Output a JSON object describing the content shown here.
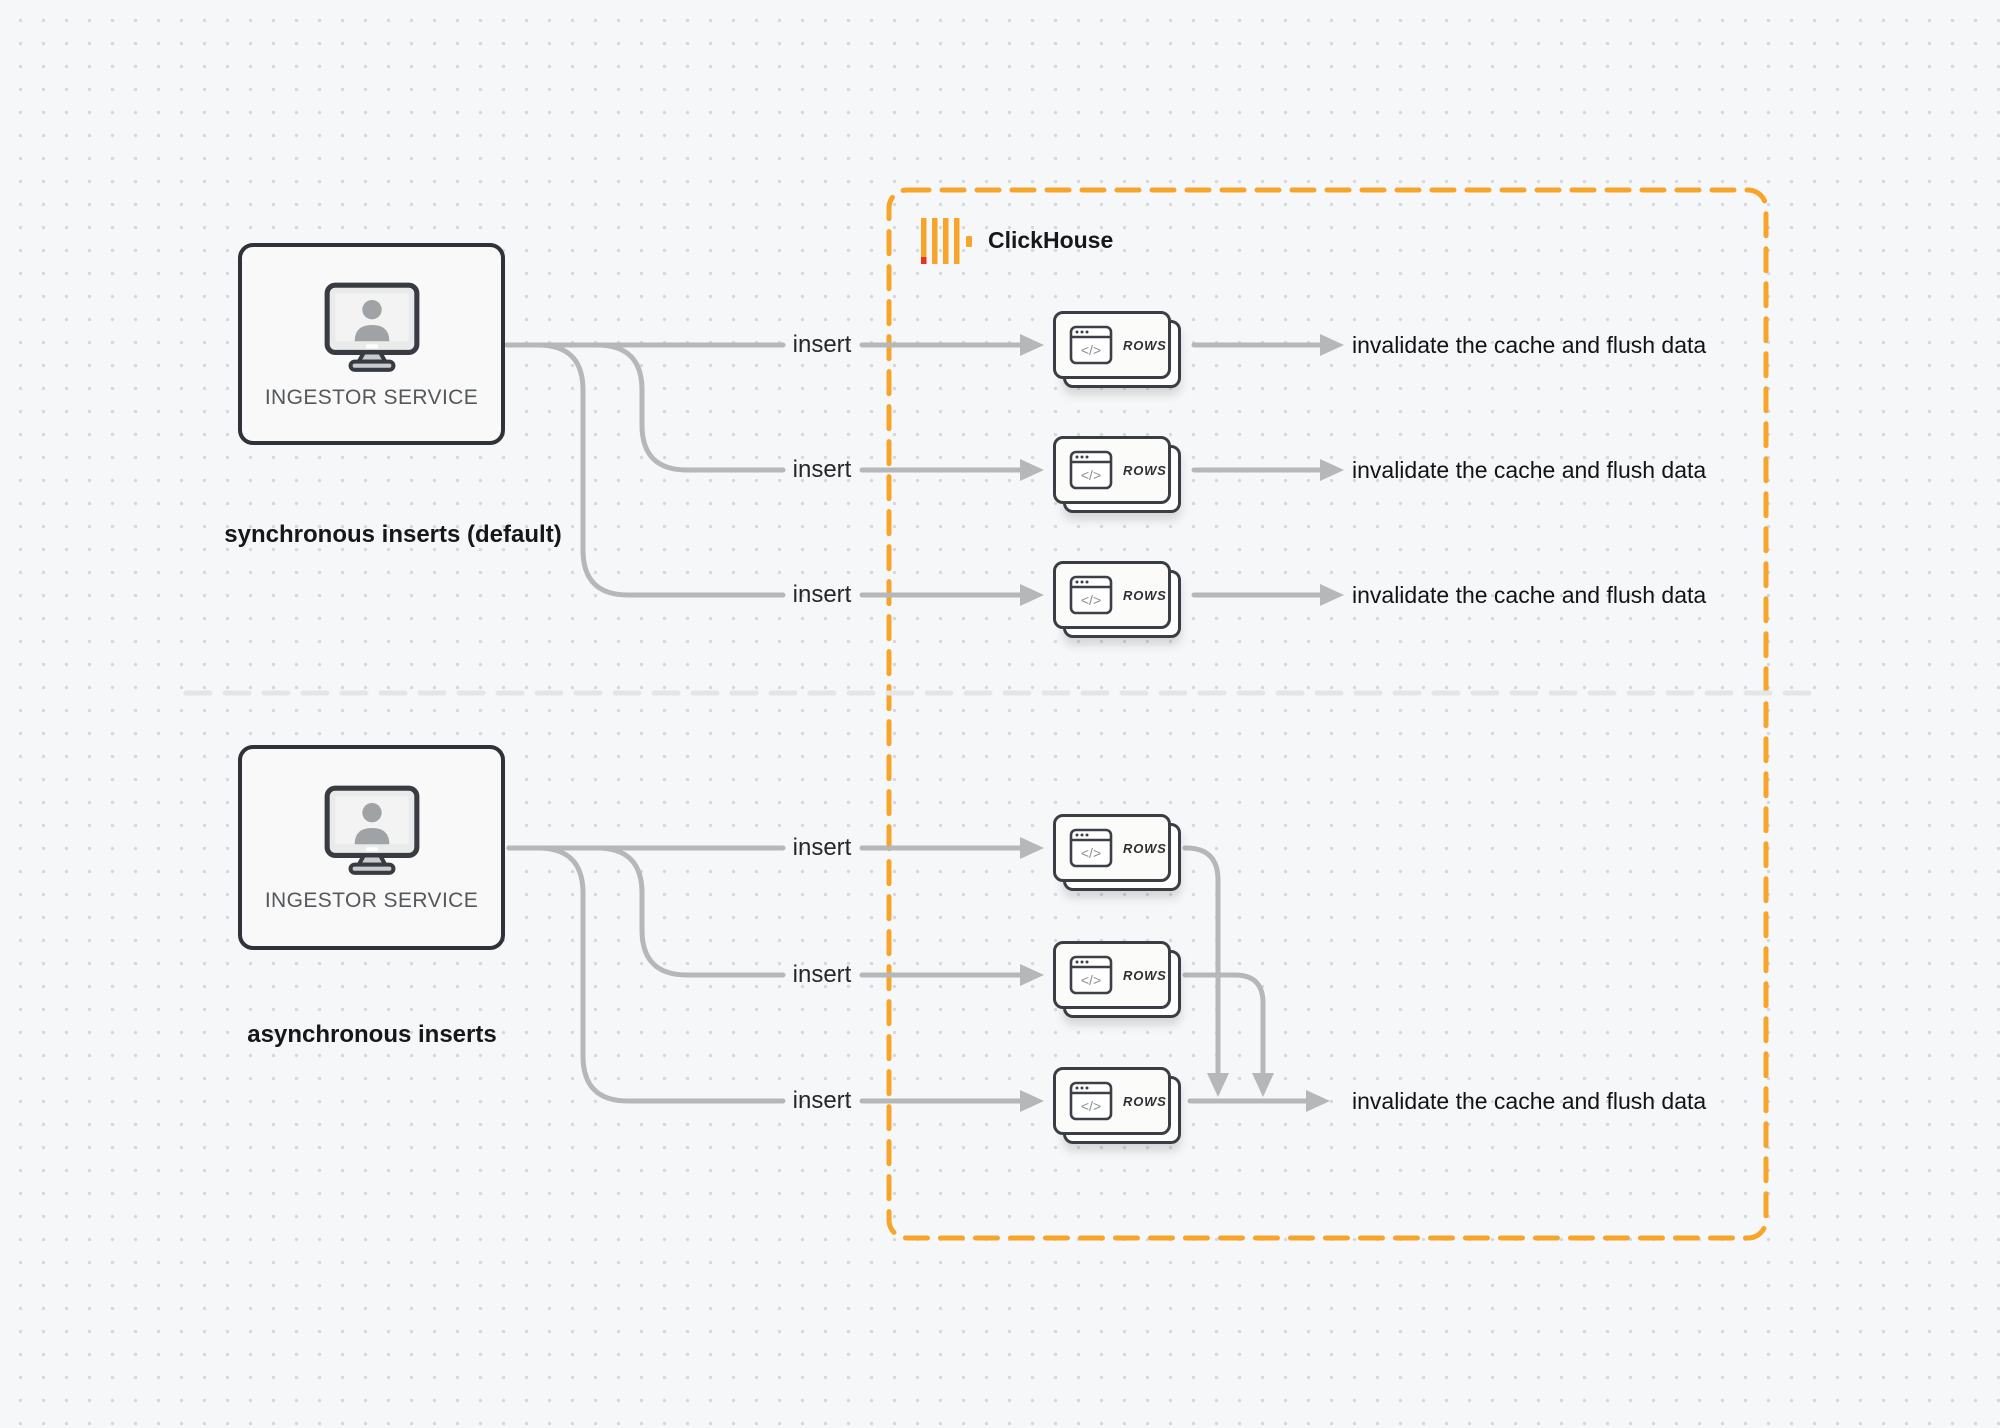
{
  "diagram": {
    "clickhouse": {
      "brand_label": "ClickHouse"
    },
    "card_glyph": "</>",
    "sync": {
      "service_label": "INGESTOR SERVICE",
      "caption": "synchronous inserts (default)",
      "insert_labels": [
        "insert",
        "insert",
        "insert"
      ],
      "card_labels": [
        "ROWS",
        "ROWS",
        "ROWS"
      ],
      "result_labels": [
        "invalidate the cache and flush data",
        "invalidate the cache and flush data",
        "invalidate the cache and flush data"
      ]
    },
    "async": {
      "service_label": "INGESTOR SERVICE",
      "caption": "asynchronous inserts",
      "insert_labels": [
        "insert",
        "insert",
        "insert"
      ],
      "card_labels": [
        "ROWS",
        "ROWS",
        "ROWS"
      ],
      "result_label": "invalidate the cache and flush data"
    },
    "icons": {
      "ingestor": "monitor-user-icon",
      "card": "code-window-icon",
      "brand": "clickhouse-bars-icon"
    },
    "colors": {
      "accent_orange": "#F7A42B",
      "brand_red": "#E8321C",
      "connector_gray": "#B5B7B9",
      "border_dark": "#2F3339",
      "divider_gray": "#E3E5E7",
      "background": "#F6F7F8",
      "dot_grid": "#D5D8DB"
    }
  }
}
